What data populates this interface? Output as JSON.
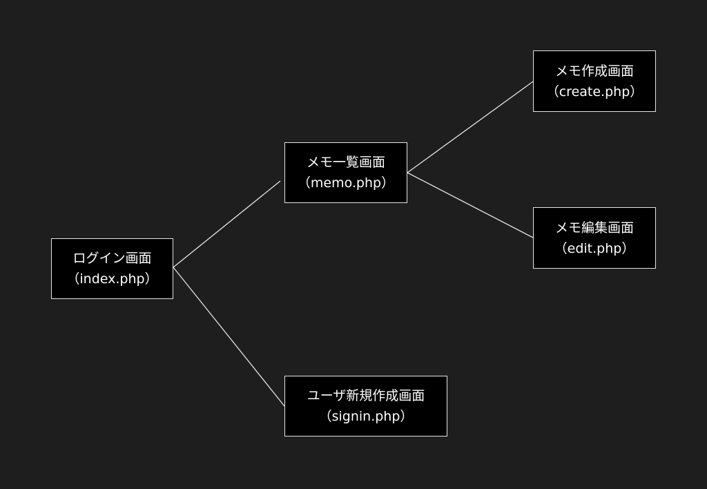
{
  "nodes": {
    "login": {
      "title": "ログイン画面",
      "file": "（index.php）"
    },
    "memo": {
      "title": "メモ一覧画面",
      "file": "（memo.php）"
    },
    "signup": {
      "title": "ユーザ新規作成画面",
      "file": "（signin.php）"
    },
    "create": {
      "title": "メモ作成画面",
      "file": "（create.php）"
    },
    "edit": {
      "title": "メモ編集画面",
      "file": "（edit.php）"
    }
  },
  "edges": [
    {
      "from": "login",
      "to": "memo"
    },
    {
      "from": "login",
      "to": "signup"
    },
    {
      "from": "memo",
      "to": "create"
    },
    {
      "from": "memo",
      "to": "edit"
    }
  ]
}
